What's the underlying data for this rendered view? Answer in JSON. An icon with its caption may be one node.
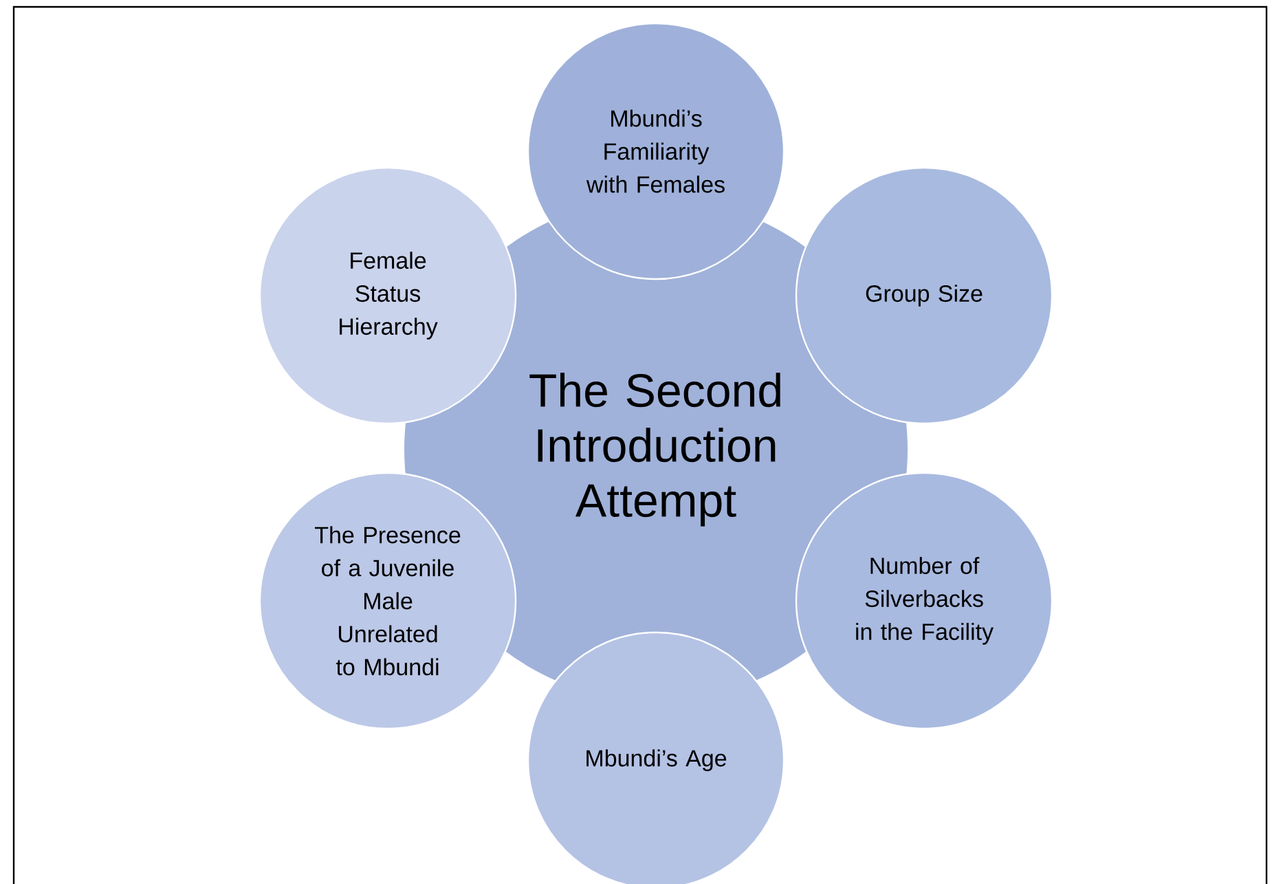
{
  "diagram": {
    "nodes": [
      {
        "text": [
          "The Second Introduction Attempt"
        ]
      },
      {
        "text": [
          "Mbundi’s Familiarity with Females"
        ]
      },
      {
        "text": [
          "Group Size"
        ]
      },
      {
        "text": [
          "Number of Silverbacks in the Facility"
        ]
      },
      {
        "text": [
          "Mbundi’s Age"
        ]
      },
      {
        "text": [
          "The Presence of a Juvenile Male Unrelated to Mbundi"
        ]
      },
      {
        "text": [
          "Female Status Hierarchy"
        ]
      }
    ]
  }
}
